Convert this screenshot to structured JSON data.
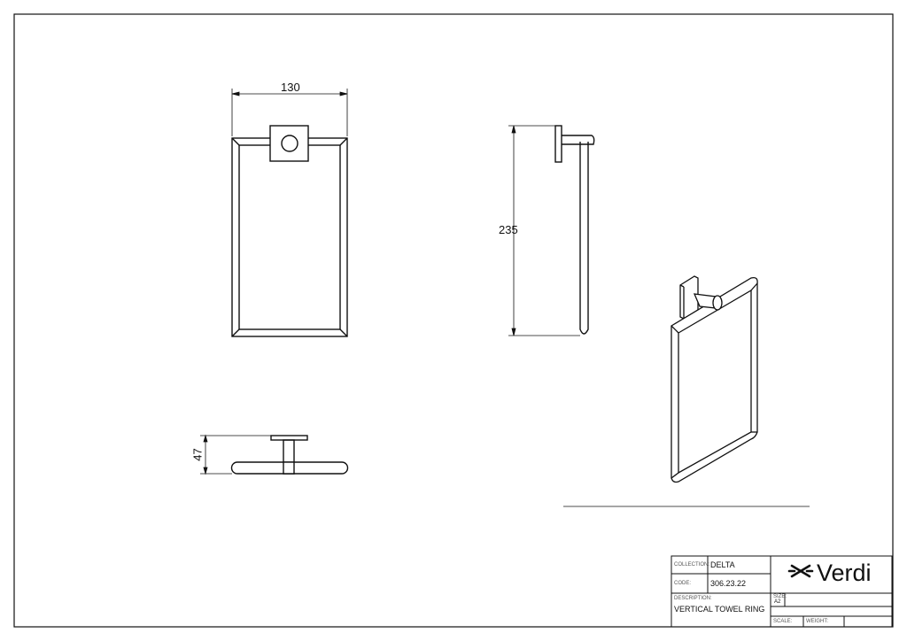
{
  "dimensions": {
    "width": "130",
    "height": "235",
    "depth": "47"
  },
  "title_block": {
    "collection_label": "COLLECTION:",
    "collection": "DELTA",
    "code_label": "CODE:",
    "code": "306.23.22",
    "description_label": "DESCRIPTION:",
    "description": "VERTICAL TOWEL RING",
    "size_label": "SIZE:",
    "size": "A2",
    "scale_label": "SCALE:",
    "weight_label": "WEIGHT:",
    "brand": "Verdi"
  }
}
